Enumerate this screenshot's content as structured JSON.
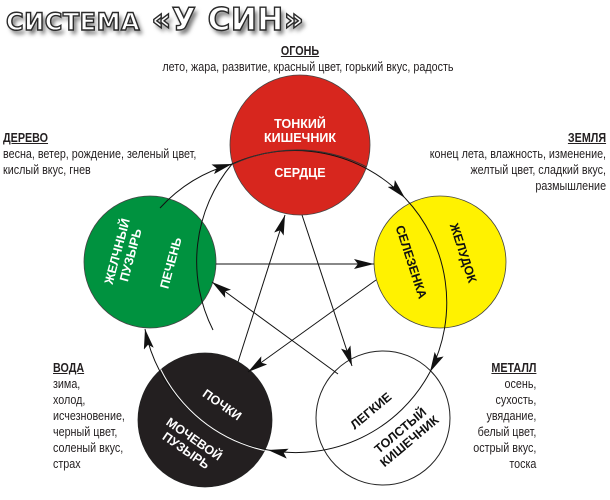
{
  "title": {
    "prefix": "СИСТЕМА",
    "main": "«У СИН»"
  },
  "colors": {
    "fire": "#d7261e",
    "wood": "#00923f",
    "earth": "#fff200",
    "water": "#231f20",
    "metal": "#ffffff"
  },
  "elements": {
    "fire": {
      "name": "ОГОНЬ",
      "lines": [
        "лето, жара, развитие, красный цвет, горький вкус, радость"
      ],
      "organs": {
        "outer": [
          "ТОНКИЙ",
          "КИШЕЧНИК"
        ],
        "inner": [
          "СЕРДЦЕ"
        ]
      }
    },
    "wood": {
      "name": "ДЕРЕВО",
      "lines": [
        "весна, ветер, рождение, зеленый цвет,",
        "кислый вкус, гнев"
      ],
      "organs": {
        "outer": [
          "ЖЕЛЧНЫЙ",
          "ПУЗЫРЬ"
        ],
        "inner": [
          "ПЕЧЕНЬ"
        ]
      }
    },
    "earth": {
      "name": "ЗЕМЛЯ",
      "lines": [
        "конец лета, влажность, изменение,",
        "желтый цвет, сладкий вкус,",
        "размышление"
      ],
      "organs": {
        "outer": [
          "ЖЕЛУДОК"
        ],
        "inner": [
          "СЕЛЕЗЕНКА"
        ]
      }
    },
    "water": {
      "name": "ВОДА",
      "lines": [
        "зима,",
        "холод,",
        "исчезновение,",
        "черный цвет,",
        "соленый вкус,",
        "страх"
      ],
      "organs": {
        "outer": [
          "МОЧЕВОЙ",
          "ПУЗЫРЬ"
        ],
        "inner": [
          "ПОЧКИ"
        ]
      }
    },
    "metal": {
      "name": "МЕТАЛЛ",
      "lines": [
        "осень,",
        "сухость,",
        "увядание,",
        "белый цвет,",
        "острый вкус,",
        "тоска"
      ],
      "organs": {
        "outer": [
          "ТОЛСТЫЙ",
          "КИШЕЧНИК"
        ],
        "inner": [
          "ЛЕГКИЕ"
        ]
      }
    }
  },
  "cycles": {
    "generating": [
      "wood",
      "fire",
      "earth",
      "metal",
      "water"
    ],
    "controlling": [
      [
        "wood",
        "earth"
      ],
      [
        "earth",
        "water"
      ],
      [
        "water",
        "fire"
      ],
      [
        "fire",
        "metal"
      ],
      [
        "metal",
        "wood"
      ]
    ]
  }
}
